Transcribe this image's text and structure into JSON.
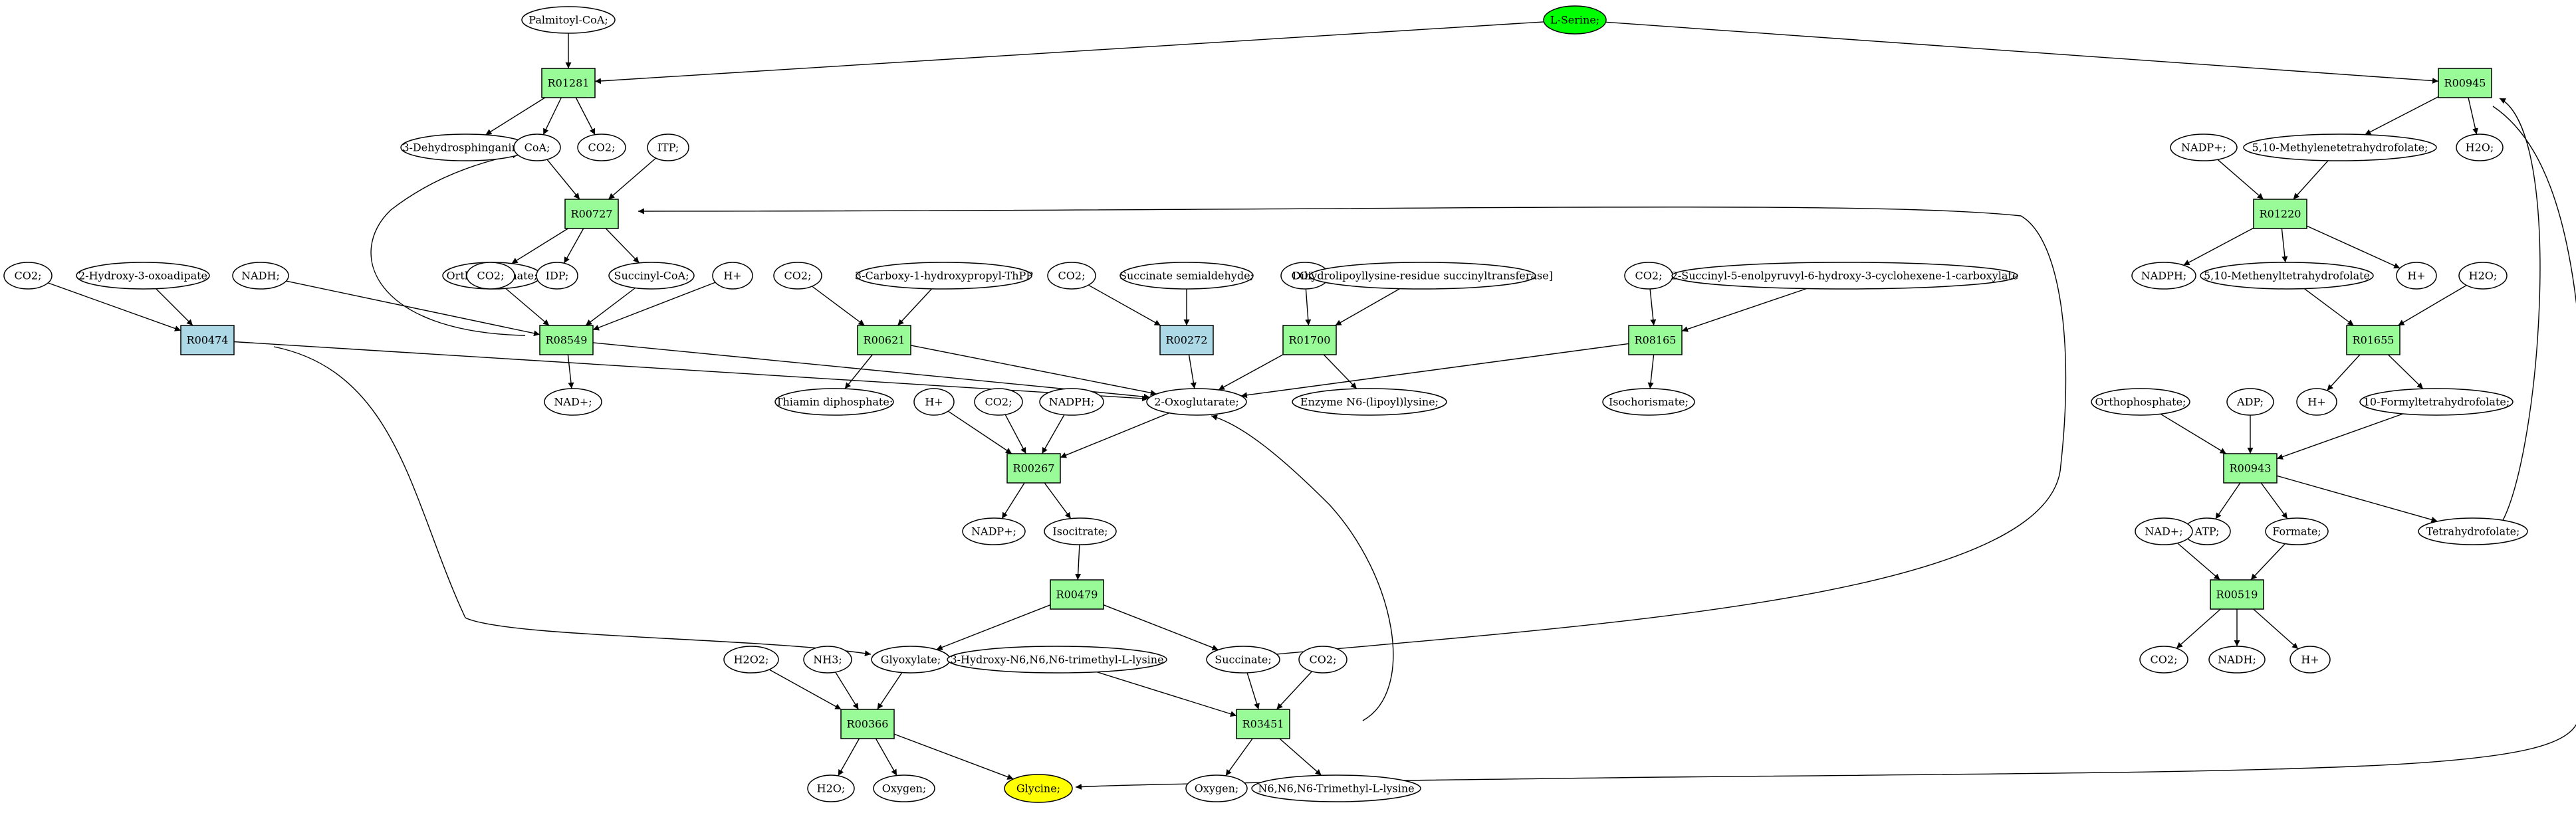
{
  "colors": {
    "reaction": "#98fb98",
    "reaction_alt": "#add8e6",
    "metabolite": "#ffffff",
    "source": "#00ff00",
    "target": "#ffff00",
    "stroke": "#000000"
  },
  "nodes": [
    {
      "id": "lserine",
      "label": "L-Serine;",
      "kind": "source"
    },
    {
      "id": "palmitoyl",
      "label": "Palmitoyl-CoA;",
      "kind": "metabolite"
    },
    {
      "id": "R01281",
      "label": "R01281",
      "kind": "reaction"
    },
    {
      "id": "dehydrosph",
      "label": "3-Dehydrosphinganine;",
      "kind": "metabolite"
    },
    {
      "id": "coa",
      "label": "CoA;",
      "kind": "metabolite"
    },
    {
      "id": "co2_a",
      "label": "CO2;",
      "kind": "metabolite"
    },
    {
      "id": "itp",
      "label": "ITP;",
      "kind": "metabolite"
    },
    {
      "id": "R00727",
      "label": "R00727",
      "kind": "reaction"
    },
    {
      "id": "ortho_a",
      "label": "Orthophosphate;",
      "kind": "metabolite"
    },
    {
      "id": "idp",
      "label": "IDP;",
      "kind": "metabolite"
    },
    {
      "id": "succoa",
      "label": "Succinyl-CoA;",
      "kind": "metabolite"
    },
    {
      "id": "co2_b",
      "label": "CO2;",
      "kind": "metabolite"
    },
    {
      "id": "hydroxyoxo",
      "label": "2-Hydroxy-3-oxoadipate",
      "kind": "metabolite"
    },
    {
      "id": "nadh_a",
      "label": "NADH;",
      "kind": "metabolite"
    },
    {
      "id": "co2_c",
      "label": "CO2;",
      "kind": "metabolite"
    },
    {
      "id": "h_a",
      "label": "H+",
      "kind": "metabolite"
    },
    {
      "id": "R00474",
      "label": "R00474",
      "kind": "reaction_alt"
    },
    {
      "id": "R08549",
      "label": "R08549",
      "kind": "reaction"
    },
    {
      "id": "nadp_a",
      "label": "NAD+;",
      "kind": "metabolite"
    },
    {
      "id": "co2_d",
      "label": "CO2;",
      "kind": "metabolite"
    },
    {
      "id": "carboxythpp",
      "label": "3-Carboxy-1-hydroxypropyl-ThPP",
      "kind": "metabolite"
    },
    {
      "id": "R00621",
      "label": "R00621",
      "kind": "reaction"
    },
    {
      "id": "thiamin",
      "label": "Thiamin diphosphate;",
      "kind": "metabolite"
    },
    {
      "id": "co2_e",
      "label": "CO2;",
      "kind": "metabolite"
    },
    {
      "id": "succsemi",
      "label": "Succinate semialdehyde;",
      "kind": "metabolite"
    },
    {
      "id": "R00272",
      "label": "R00272",
      "kind": "reaction_alt"
    },
    {
      "id": "co2_f",
      "label": "CO2;",
      "kind": "metabolite"
    },
    {
      "id": "dihydrolipo",
      "label": "Dihydrolipoyllysine-residue succinyltransferase]",
      "kind": "metabolite"
    },
    {
      "id": "R01700",
      "label": "R01700",
      "kind": "reaction"
    },
    {
      "id": "enzymeN6",
      "label": "Enzyme N6-(lipoyl)lysine;",
      "kind": "metabolite"
    },
    {
      "id": "co2_g",
      "label": "CO2;",
      "kind": "metabolite"
    },
    {
      "id": "succinylenol",
      "label": "2-Succinyl-5-enolpyruvyl-6-hydroxy-3-cyclohexene-1-carboxylate",
      "kind": "metabolite"
    },
    {
      "id": "R08165",
      "label": "R08165",
      "kind": "reaction"
    },
    {
      "id": "isochorismate",
      "label": "Isochorismate;",
      "kind": "metabolite"
    },
    {
      "id": "oxoglut",
      "label": "2-Oxoglutarate;",
      "kind": "metabolite"
    },
    {
      "id": "h_b",
      "label": "H+",
      "kind": "metabolite"
    },
    {
      "id": "co2_h",
      "label": "CO2;",
      "kind": "metabolite"
    },
    {
      "id": "nadph_a",
      "label": "NADPH;",
      "kind": "metabolite"
    },
    {
      "id": "R00267",
      "label": "R00267",
      "kind": "reaction"
    },
    {
      "id": "nadp_b",
      "label": "NADP+;",
      "kind": "metabolite"
    },
    {
      "id": "isocitrate",
      "label": "Isocitrate;",
      "kind": "metabolite"
    },
    {
      "id": "R00479",
      "label": "R00479",
      "kind": "reaction"
    },
    {
      "id": "glyoxylate",
      "label": "Glyoxylate;",
      "kind": "metabolite"
    },
    {
      "id": "succinate",
      "label": "Succinate;",
      "kind": "metabolite"
    },
    {
      "id": "h2o2",
      "label": "H2O2;",
      "kind": "metabolite"
    },
    {
      "id": "nh3",
      "label": "NH3;",
      "kind": "metabolite"
    },
    {
      "id": "hydroxytml",
      "label": "3-Hydroxy-N6,N6,N6-trimethyl-L-lysine",
      "kind": "metabolite"
    },
    {
      "id": "co2_i",
      "label": "CO2;",
      "kind": "metabolite"
    },
    {
      "id": "R00366",
      "label": "R00366",
      "kind": "reaction"
    },
    {
      "id": "R03451",
      "label": "R03451",
      "kind": "reaction"
    },
    {
      "id": "h2o_a",
      "label": "H2O;",
      "kind": "metabolite"
    },
    {
      "id": "oxygen_a",
      "label": "Oxygen;",
      "kind": "metabolite"
    },
    {
      "id": "glycine",
      "label": "Glycine;",
      "kind": "target"
    },
    {
      "id": "oxygen_b",
      "label": "Oxygen;",
      "kind": "metabolite"
    },
    {
      "id": "trimethyllys",
      "label": "N6,N6,N6-Trimethyl-L-lysine",
      "kind": "metabolite"
    },
    {
      "id": "R00945",
      "label": "R00945",
      "kind": "reaction"
    },
    {
      "id": "nadp_c",
      "label": "NADP+;",
      "kind": "metabolite"
    },
    {
      "id": "methylenethf",
      "label": "5,10-Methylenetetrahydrofolate;",
      "kind": "metabolite"
    },
    {
      "id": "h2o_b",
      "label": "H2O;",
      "kind": "metabolite"
    },
    {
      "id": "R01220",
      "label": "R01220",
      "kind": "reaction"
    },
    {
      "id": "nadph_b",
      "label": "NADPH;",
      "kind": "metabolite"
    },
    {
      "id": "methenylthf",
      "label": "5,10-Methenyltetrahydrofolate",
      "kind": "metabolite"
    },
    {
      "id": "h_c",
      "label": "H+",
      "kind": "metabolite"
    },
    {
      "id": "h2o_c",
      "label": "H2O;",
      "kind": "metabolite"
    },
    {
      "id": "R01655",
      "label": "R01655",
      "kind": "reaction"
    },
    {
      "id": "h_d",
      "label": "H+",
      "kind": "metabolite"
    },
    {
      "id": "formylthf",
      "label": "10-Formyltetrahydrofolate;",
      "kind": "metabolite"
    },
    {
      "id": "ortho_b",
      "label": "Orthophosphate;",
      "kind": "metabolite"
    },
    {
      "id": "adp",
      "label": "ADP;",
      "kind": "metabolite"
    },
    {
      "id": "R00943",
      "label": "R00943",
      "kind": "reaction"
    },
    {
      "id": "atp",
      "label": "ATP;",
      "kind": "metabolite"
    },
    {
      "id": "formate",
      "label": "Formate;",
      "kind": "metabolite"
    },
    {
      "id": "thf",
      "label": "Tetrahydrofolate;",
      "kind": "metabolite"
    },
    {
      "id": "nad_b",
      "label": "NAD+;",
      "kind": "metabolite"
    },
    {
      "id": "R00519",
      "label": "R00519",
      "kind": "reaction"
    },
    {
      "id": "co2_j",
      "label": "CO2;",
      "kind": "metabolite"
    },
    {
      "id": "nadh_b",
      "label": "NADH;",
      "kind": "metabolite"
    },
    {
      "id": "h_e",
      "label": "H+",
      "kind": "metabolite"
    }
  ],
  "edges": [
    [
      "lserine",
      "R01281"
    ],
    [
      "palmitoyl",
      "R01281"
    ],
    [
      "R01281",
      "dehydrosph"
    ],
    [
      "R01281",
      "coa"
    ],
    [
      "R01281",
      "co2_a"
    ],
    [
      "coa",
      "R00727"
    ],
    [
      "itp",
      "R00727"
    ],
    [
      "R00727",
      "ortho_a"
    ],
    [
      "R00727",
      "idp"
    ],
    [
      "R00727",
      "succoa"
    ],
    [
      "co2_b",
      "R00474"
    ],
    [
      "hydroxyoxo",
      "R00474"
    ],
    [
      "R00474",
      "oxoglut"
    ],
    [
      "R00474",
      "glyoxylate"
    ],
    [
      "nadh_a",
      "R08549"
    ],
    [
      "co2_c",
      "R08549"
    ],
    [
      "succoa",
      "R08549"
    ],
    [
      "h_a",
      "R08549"
    ],
    [
      "R08549",
      "coa"
    ],
    [
      "R08549",
      "nadp_a"
    ],
    [
      "R08549",
      "oxoglut"
    ],
    [
      "co2_d",
      "R00621"
    ],
    [
      "carboxythpp",
      "R00621"
    ],
    [
      "R00621",
      "thiamin"
    ],
    [
      "R00621",
      "oxoglut"
    ],
    [
      "co2_e",
      "R00272"
    ],
    [
      "succsemi",
      "R00272"
    ],
    [
      "R00272",
      "oxoglut"
    ],
    [
      "co2_f",
      "R01700"
    ],
    [
      "dihydrolipo",
      "R01700"
    ],
    [
      "R01700",
      "oxoglut"
    ],
    [
      "R01700",
      "enzymeN6"
    ],
    [
      "co2_g",
      "R08165"
    ],
    [
      "succinylenol",
      "R08165"
    ],
    [
      "R08165",
      "oxoglut"
    ],
    [
      "R08165",
      "isochorismate"
    ],
    [
      "h_b",
      "R00267"
    ],
    [
      "co2_h",
      "R00267"
    ],
    [
      "nadph_a",
      "R00267"
    ],
    [
      "oxoglut",
      "R00267"
    ],
    [
      "R00267",
      "nadp_b"
    ],
    [
      "R00267",
      "isocitrate"
    ],
    [
      "isocitrate",
      "R00479"
    ],
    [
      "R00479",
      "glyoxylate"
    ],
    [
      "R00479",
      "succinate"
    ],
    [
      "succinate",
      "R00727"
    ],
    [
      "h2o2",
      "R00366"
    ],
    [
      "nh3",
      "R00366"
    ],
    [
      "glyoxylate",
      "R00366"
    ],
    [
      "R00366",
      "h2o_a"
    ],
    [
      "R00366",
      "oxygen_a"
    ],
    [
      "R00366",
      "glycine"
    ],
    [
      "hydroxytml",
      "R03451"
    ],
    [
      "succinate",
      "R03451"
    ],
    [
      "co2_i",
      "R03451"
    ],
    [
      "R03451",
      "oxoglut"
    ],
    [
      "R03451",
      "oxygen_b"
    ],
    [
      "R03451",
      "trimethyllys"
    ],
    [
      "lserine",
      "R00945"
    ],
    [
      "thf",
      "R00945"
    ],
    [
      "R00945",
      "methylenethf"
    ],
    [
      "R00945",
      "h2o_b"
    ],
    [
      "R00945",
      "glycine"
    ],
    [
      "nadp_c",
      "R01220"
    ],
    [
      "methylenethf",
      "R01220"
    ],
    [
      "R01220",
      "nadph_b"
    ],
    [
      "R01220",
      "methenylthf"
    ],
    [
      "R01220",
      "h_c"
    ],
    [
      "methenylthf",
      "R01655"
    ],
    [
      "h2o_c",
      "R01655"
    ],
    [
      "R01655",
      "h_d"
    ],
    [
      "R01655",
      "formylthf"
    ],
    [
      "ortho_b",
      "R00943"
    ],
    [
      "adp",
      "R00943"
    ],
    [
      "formylthf",
      "R00943"
    ],
    [
      "R00943",
      "atp"
    ],
    [
      "R00943",
      "formate"
    ],
    [
      "R00943",
      "thf"
    ],
    [
      "nad_b",
      "R00519"
    ],
    [
      "formate",
      "R00519"
    ],
    [
      "R00519",
      "co2_j"
    ],
    [
      "R00519",
      "nadh_b"
    ],
    [
      "R00519",
      "h_e"
    ]
  ]
}
